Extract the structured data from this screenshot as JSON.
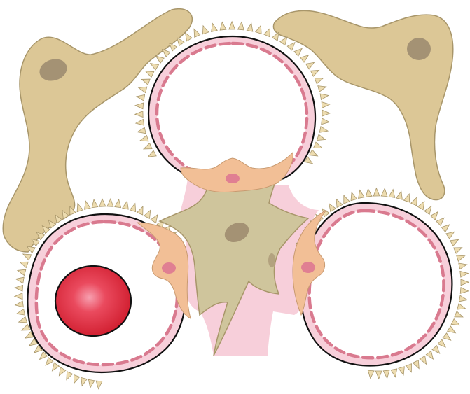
{
  "figure": {
    "description_labels": [],
    "colors": {
      "background": "#ffffff",
      "astrocyte_fill": "#dcc796",
      "astrocyte_stroke": "#a8966a",
      "astrocyte_nucleus": "#a49274",
      "endfoot_tooth": "#eddcb0",
      "basement_membrane": "#f7cfda",
      "lumen": "#ffffff",
      "endothelium_dash": "#d97a8f",
      "vessel_outline": "#111111",
      "pericyte_fill": "#f2bf96",
      "pericyte_nucleus": "#e07f92",
      "interstitial_fill": "#cfc59c",
      "interstitial_nucleus": "#a49274",
      "red_blood_cell_center": "#f06a7c",
      "red_blood_cell_edge": "#d21f30"
    },
    "parts": [
      "astrocyte-left",
      "astrocyte-right",
      "capillary-top",
      "capillary-left",
      "capillary-right",
      "pericyte-top",
      "pericyte-left",
      "pericyte-right",
      "interstitial-cell",
      "red-blood-cell"
    ]
  }
}
